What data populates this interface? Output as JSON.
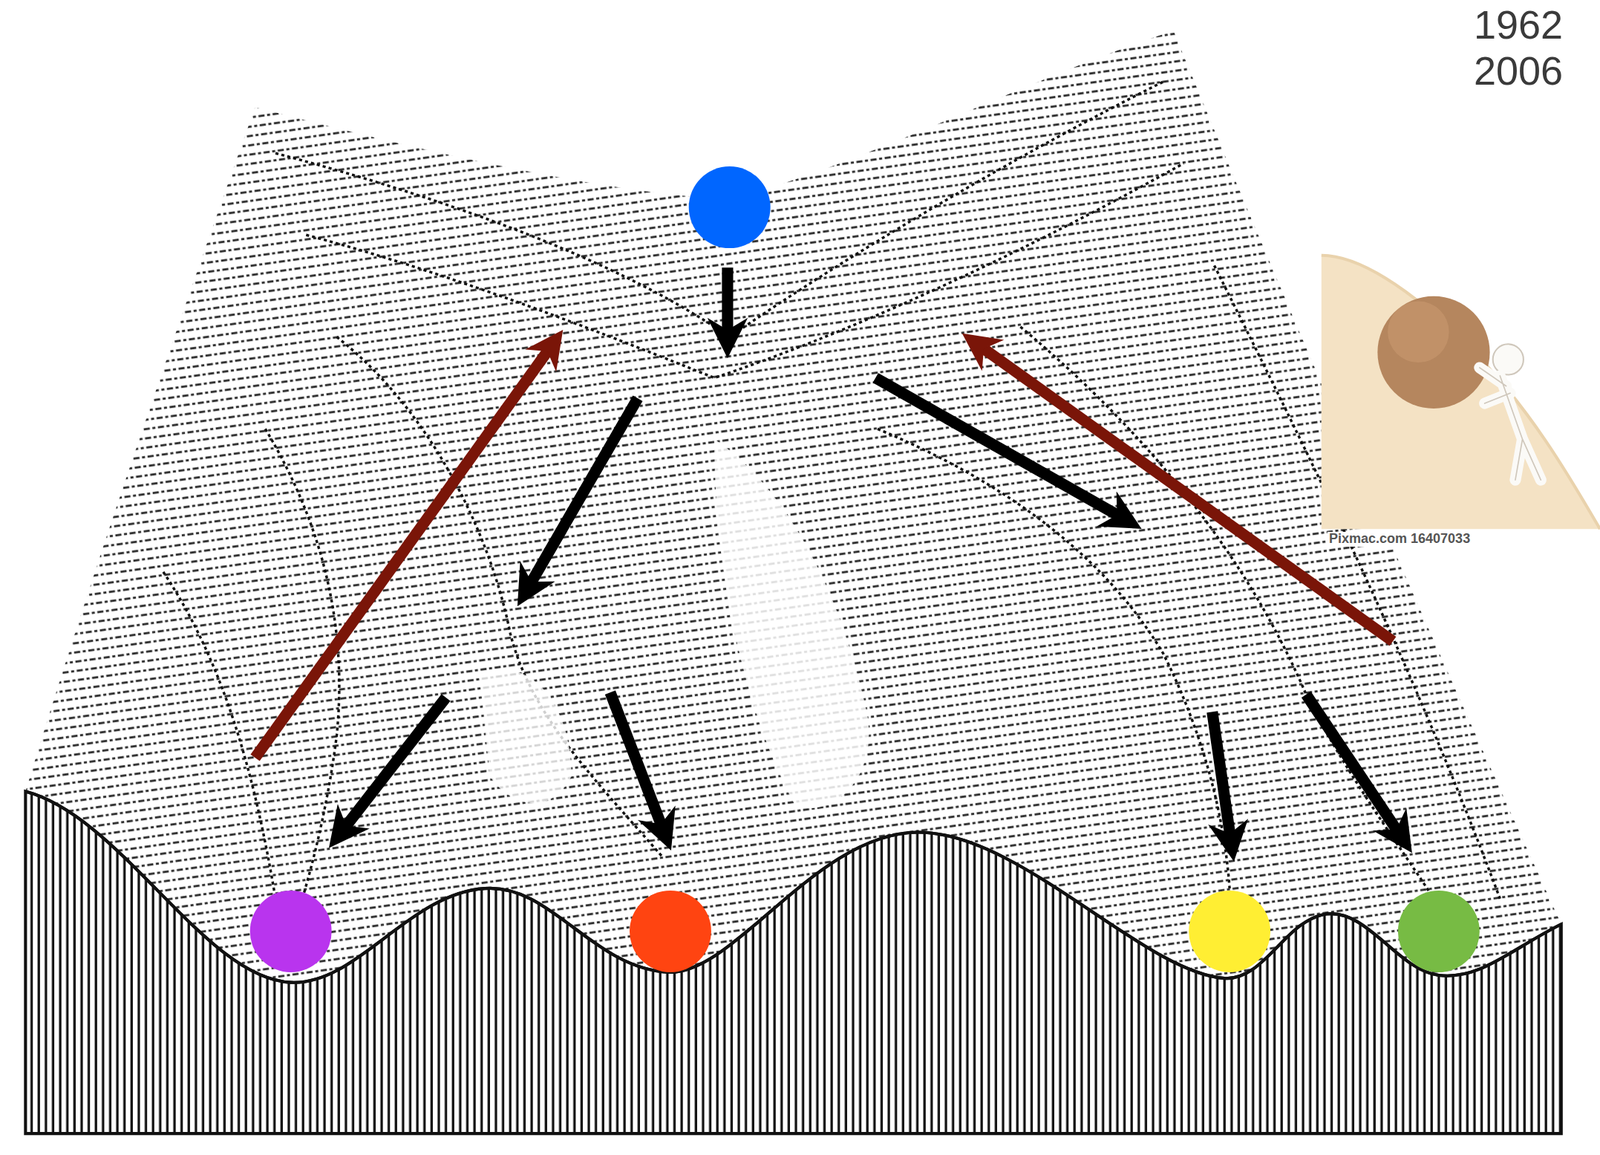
{
  "diagram": {
    "labels": [
      "1962",
      "2006",
      "Pixmac.com 16407033"
    ]
  }
}
